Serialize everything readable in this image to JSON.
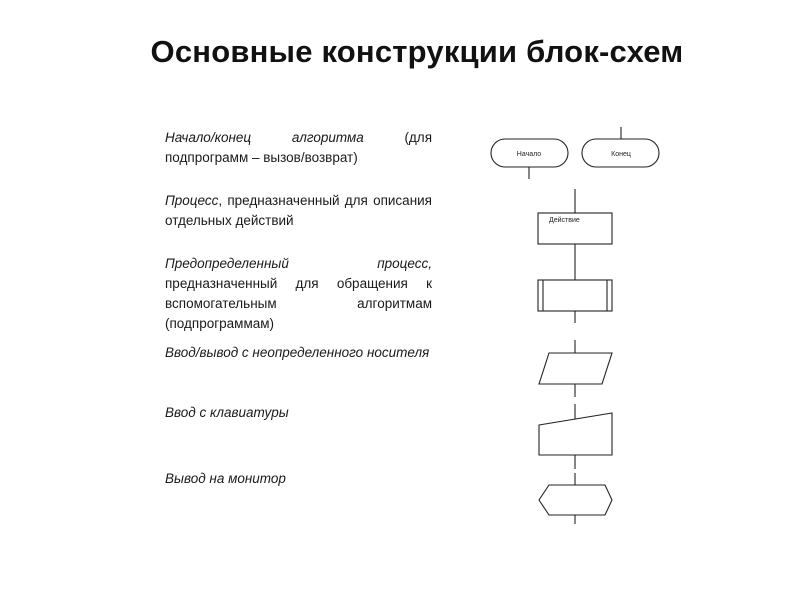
{
  "title": "Основные конструкции блок-схем",
  "rows": [
    {
      "italic": "Начало/конец алгоритма",
      "plain": " (для подпрограмм – вызов/возврат)"
    },
    {
      "italic": "Процесс",
      "plain": ", предназначенный для описания отдельных действий"
    },
    {
      "italic": "Предопределенный процесс,",
      "plain": " предназначенный для обращения к вспомогательным алгоритмам (подпрограммам)"
    },
    {
      "italic": "Ввод/вывод с неопределенного носителя",
      "plain": ""
    },
    {
      "italic": "Ввод с клавиатуры",
      "plain": ""
    },
    {
      "italic": "Вывод на монитор",
      "plain": ""
    }
  ],
  "shapes": {
    "start_label": "Начало",
    "end_label": "Конец",
    "action_label": "Действие"
  }
}
